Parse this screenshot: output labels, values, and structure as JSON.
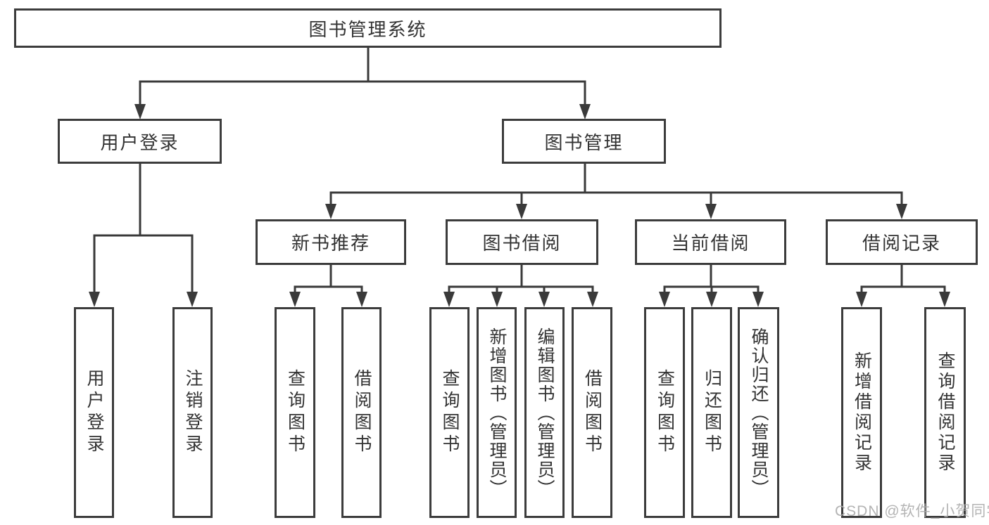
{
  "diagram": {
    "root": {
      "label": "图书管理系统",
      "children": [
        {
          "label": "用户登录",
          "children": [
            {
              "label": "用户登录"
            },
            {
              "label": "注销登录"
            }
          ]
        },
        {
          "label": "图书管理",
          "children": [
            {
              "label": "新书推荐",
              "children": [
                {
                  "label": "查询图书"
                },
                {
                  "label": "借阅图书"
                }
              ]
            },
            {
              "label": "图书借阅",
              "children": [
                {
                  "label": "查询图书"
                },
                {
                  "label": "新增图书（管理员）"
                },
                {
                  "label": "编辑图书（管理员）"
                },
                {
                  "label": "借阅图书"
                }
              ]
            },
            {
              "label": "当前借阅",
              "children": [
                {
                  "label": "查询图书"
                },
                {
                  "label": "归还图书"
                },
                {
                  "label": "确认归还（管理员）"
                }
              ]
            },
            {
              "label": "借阅记录",
              "children": [
                {
                  "label": "新增借阅记录"
                },
                {
                  "label": "查询借阅记录"
                }
              ]
            }
          ]
        }
      ]
    },
    "watermark": "CSDN @软件_小贺同学",
    "colors": {
      "line": "#3a3a3a",
      "text": "#333333",
      "watermark": "#acacac",
      "background": "#ffffff"
    }
  }
}
